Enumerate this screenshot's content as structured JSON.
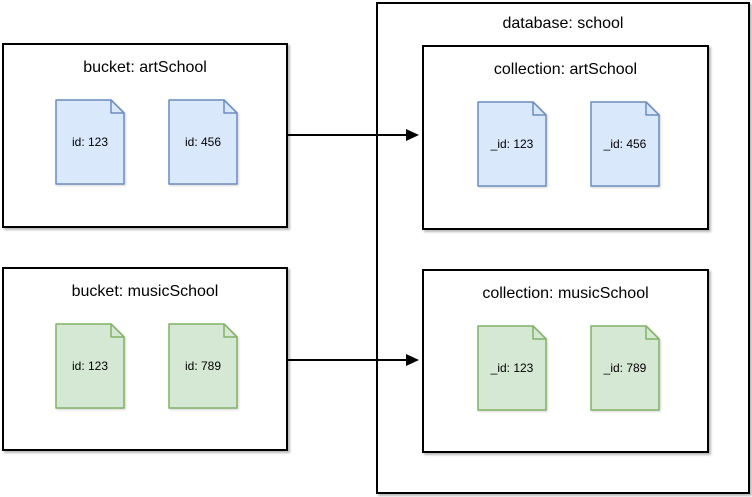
{
  "diagram": {
    "buckets": [
      {
        "title": "bucket: artSchool",
        "doc_color": "#dae8fc",
        "docs": [
          {
            "label": "id: 123"
          },
          {
            "label": "id: 456"
          }
        ]
      },
      {
        "title": "bucket: musicSchool",
        "doc_color": "#d5e8d4",
        "docs": [
          {
            "label": "id: 123"
          },
          {
            "label": "id: 789"
          }
        ]
      }
    ],
    "database": {
      "title": "database: school",
      "collections": [
        {
          "title": "collection: artSchool",
          "doc_color": "#dae8fc",
          "docs": [
            {
              "label": "_id: 123"
            },
            {
              "label": "_id: 456"
            }
          ]
        },
        {
          "title": "collection: musicSchool",
          "doc_color": "#d5e8d4",
          "docs": [
            {
              "label": "_id: 123"
            },
            {
              "label": "_id: 789"
            }
          ]
        }
      ]
    },
    "arrows": [
      {
        "from": "bucket: artSchool",
        "to": "collection: artSchool"
      },
      {
        "from": "bucket: musicSchool",
        "to": "collection: musicSchool"
      }
    ],
    "colors": {
      "document_blue_fill": "#dae8fc",
      "document_blue_stroke": "#6c8ebf",
      "document_green_fill": "#d5e8d4",
      "document_green_stroke": "#82b366",
      "box_border": "#000000",
      "background": "#ffffff"
    }
  }
}
